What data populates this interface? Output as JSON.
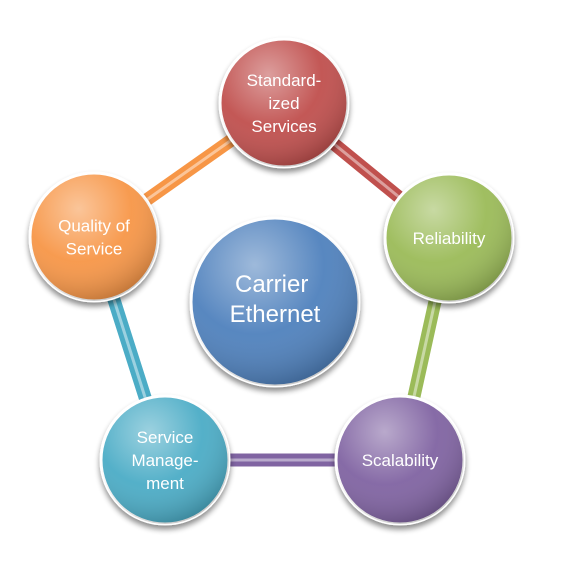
{
  "center": {
    "label_lines": [
      "Carrier",
      "Ethernet"
    ],
    "color": "#4F81BD"
  },
  "nodes": [
    {
      "id": "standardized-services",
      "label_lines": [
        "Standard-",
        "ized",
        "Services"
      ],
      "color": "#C0504D"
    },
    {
      "id": "reliability",
      "label_lines": [
        "Reliability"
      ],
      "color": "#9BBB59"
    },
    {
      "id": "scalability",
      "label_lines": [
        "Scalability"
      ],
      "color": "#8064A2"
    },
    {
      "id": "service-management",
      "label_lines": [
        "Service",
        "Manage-",
        "ment"
      ],
      "color": "#4BACC6"
    },
    {
      "id": "quality-of-service",
      "label_lines": [
        "Quality of",
        "Service"
      ],
      "color": "#F79646"
    }
  ]
}
